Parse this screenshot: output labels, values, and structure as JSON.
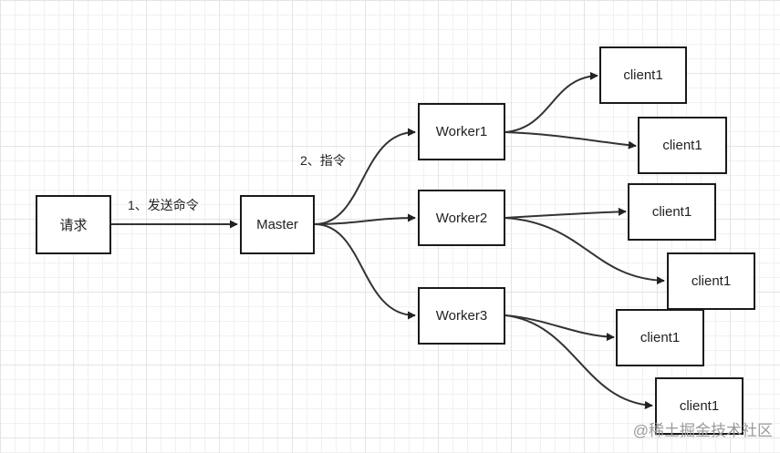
{
  "nodes": {
    "request": "请求",
    "master": "Master",
    "worker1": "Worker1",
    "worker2": "Worker2",
    "worker3": "Worker3",
    "client_a": "client1",
    "client_b": "client1",
    "client_c": "client1",
    "client_d": "client1",
    "client_e": "client1",
    "client_f": "client1"
  },
  "edges": {
    "send_command": "1、发送命令",
    "instruction": "2、指令"
  },
  "watermark": "@稀土掘金技术社区",
  "colors": {
    "stroke": "#333333",
    "border": "#1a1a1a"
  }
}
